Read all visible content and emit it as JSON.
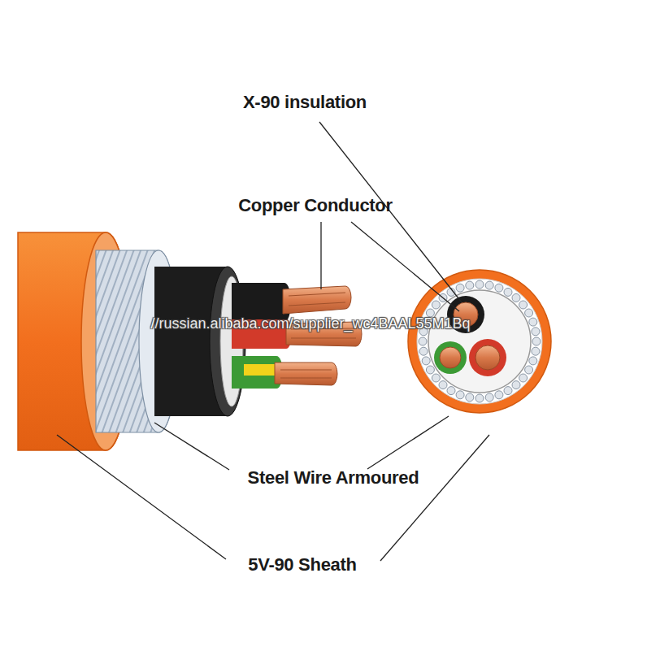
{
  "diagram": {
    "labels": [
      "X-90 insulation",
      "Copper Conductor",
      "Steel Wire Armoured",
      "5V-90 Sheath",
      "//russian.alibaba.com/supplier_wc4BAAL55M1Bq"
    ]
  }
}
